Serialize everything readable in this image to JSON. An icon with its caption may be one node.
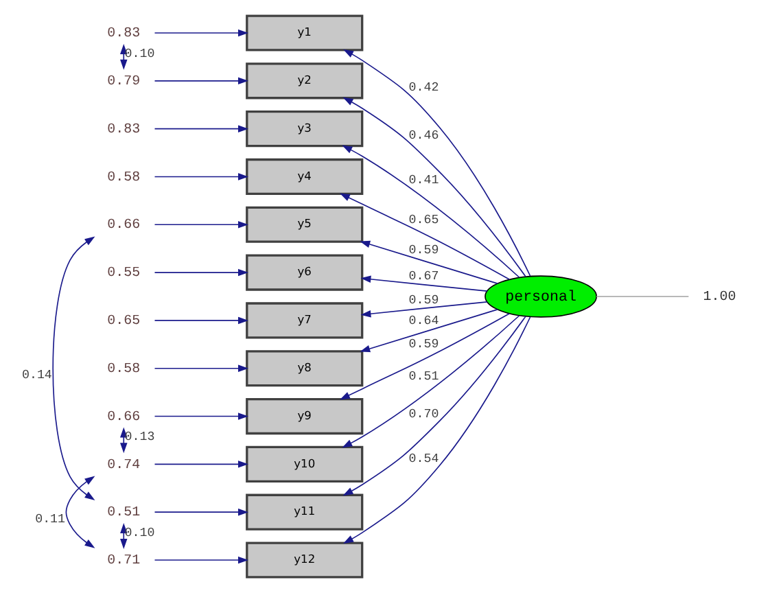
{
  "diagram": {
    "nodes": [
      {
        "text": [
          "y1"
        ]
      },
      {
        "text": [
          "y2"
        ]
      },
      {
        "text": [
          "y3"
        ]
      },
      {
        "text": [
          "y4"
        ]
      },
      {
        "text": [
          "y5"
        ]
      },
      {
        "text": [
          "y6"
        ]
      },
      {
        "text": [
          "y7"
        ]
      },
      {
        "text": [
          "y8"
        ]
      },
      {
        "text": [
          "y9"
        ]
      },
      {
        "text": [
          "y10"
        ]
      },
      {
        "text": [
          "y11"
        ]
      },
      {
        "text": [
          "y12"
        ]
      },
      {
        "text": [
          "personal"
        ]
      },
      {
        "text": [
          "0.83"
        ]
      },
      {
        "text": [
          "0.79"
        ]
      },
      {
        "text": [
          "0.83"
        ]
      },
      {
        "text": [
          "0.58"
        ]
      },
      {
        "text": [
          "0.66"
        ]
      },
      {
        "text": [
          "0.55"
        ]
      },
      {
        "text": [
          "0.65"
        ]
      },
      {
        "text": [
          "0.58"
        ]
      },
      {
        "text": [
          "0.66"
        ]
      },
      {
        "text": [
          "0.74"
        ]
      },
      {
        "text": [
          "0.51"
        ]
      },
      {
        "text": [
          "0.71"
        ]
      },
      {
        "text": [
          "1.00"
        ]
      }
    ],
    "edges": [
      {
        "from": 12,
        "to": 0,
        "arrow": "to",
        "label": "0.42"
      },
      {
        "from": 12,
        "to": 1,
        "arrow": "to",
        "label": "0.46"
      },
      {
        "from": 12,
        "to": 2,
        "arrow": "to",
        "label": "0.41"
      },
      {
        "from": 12,
        "to": 3,
        "arrow": "to",
        "label": "0.65"
      },
      {
        "from": 12,
        "to": 4,
        "arrow": "to",
        "label": "0.59"
      },
      {
        "from": 12,
        "to": 5,
        "arrow": "to",
        "label": "0.67"
      },
      {
        "from": 12,
        "to": 6,
        "arrow": "to",
        "label": "0.59"
      },
      {
        "from": 12,
        "to": 7,
        "arrow": "to",
        "label": "0.64"
      },
      {
        "from": 12,
        "to": 8,
        "arrow": "to",
        "label": "0.59"
      },
      {
        "from": 12,
        "to": 9,
        "arrow": "to",
        "label": "0.51"
      },
      {
        "from": 12,
        "to": 10,
        "arrow": "to",
        "label": "0.70"
      },
      {
        "from": 12,
        "to": 11,
        "arrow": "to",
        "label": "0.54"
      },
      {
        "from": 13,
        "to": 0,
        "arrow": "to"
      },
      {
        "from": 14,
        "to": 1,
        "arrow": "to"
      },
      {
        "from": 15,
        "to": 2,
        "arrow": "to"
      },
      {
        "from": 16,
        "to": 3,
        "arrow": "to"
      },
      {
        "from": 17,
        "to": 4,
        "arrow": "to"
      },
      {
        "from": 18,
        "to": 5,
        "arrow": "to"
      },
      {
        "from": 19,
        "to": 6,
        "arrow": "to"
      },
      {
        "from": 20,
        "to": 7,
        "arrow": "to"
      },
      {
        "from": 21,
        "to": 8,
        "arrow": "to"
      },
      {
        "from": 22,
        "to": 9,
        "arrow": "to"
      },
      {
        "from": 23,
        "to": 10,
        "arrow": "to"
      },
      {
        "from": 24,
        "to": 11,
        "arrow": "to"
      },
      {
        "from": 13,
        "to": 14,
        "arrow": "both",
        "label": "0.10"
      },
      {
        "from": 17,
        "to": 23,
        "arrow": "both",
        "label": "0.14"
      },
      {
        "from": 21,
        "to": 22,
        "arrow": "both",
        "label": "0.13"
      },
      {
        "from": 22,
        "to": 24,
        "arrow": "both",
        "label": "0.11"
      },
      {
        "from": 23,
        "to": 24,
        "arrow": "both",
        "label": "0.10"
      },
      {
        "from": 12,
        "to": 25,
        "arrow": "none",
        "color": "#a0a0a0"
      }
    ]
  }
}
